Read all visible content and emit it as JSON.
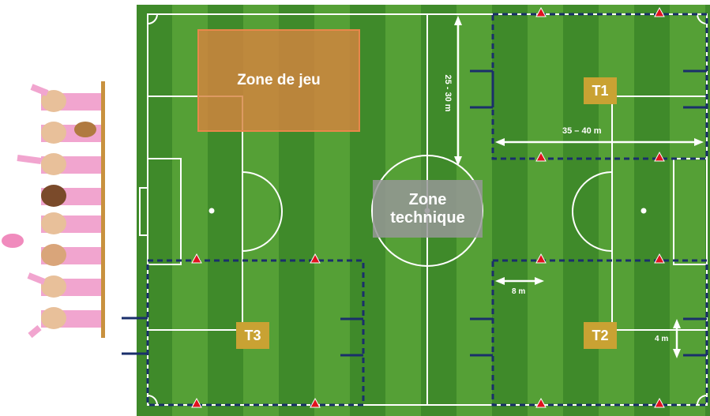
{
  "zones": {
    "play_zone": "Zone de jeu",
    "technical_zone_line1": "Zone",
    "technical_zone_line2": "technique"
  },
  "teams": {
    "t1": "T1",
    "t2": "T2",
    "t3": "T3"
  },
  "measures": {
    "length_vertical": "25 - 30 m",
    "width_horizontal": "35 – 40 m",
    "gap": "8 m",
    "goal_depth": "4 m"
  },
  "colors": {
    "grass_dark": "#3f8a2a",
    "grass_light": "#5aa63a",
    "zone_border": "#1a2f6b",
    "cone": "#e0121e",
    "tag": "#c9a233"
  }
}
